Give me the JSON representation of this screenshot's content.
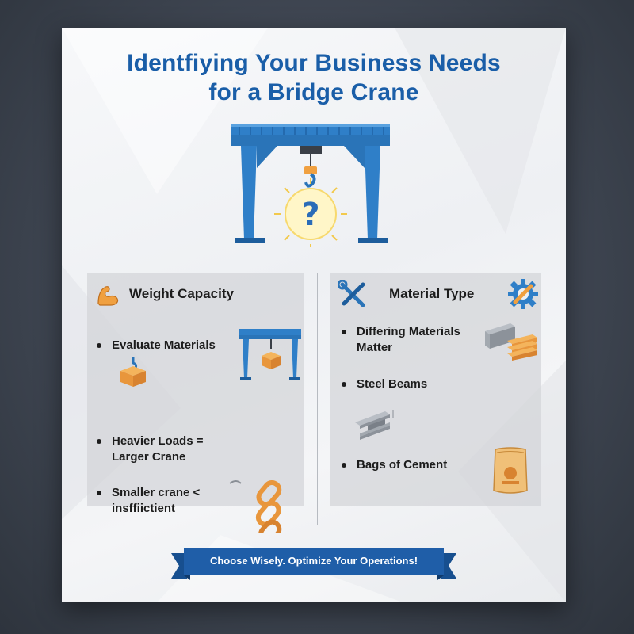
{
  "title": {
    "line1": "Identfiying Your Business Needs",
    "line2": "for a Bridge Crane"
  },
  "hero": {
    "icon": "gantry-crane-with-question-mark-icon",
    "glyph": "?"
  },
  "left_panel": {
    "heading": "Weight Capacity",
    "heading_icon": "flexed-arm-icon",
    "bullets": [
      {
        "text": "Evaluate Materials"
      },
      {
        "text": "Heavier Loads = Larger Crane"
      },
      {
        "text": "Smaller crane < insffiictient"
      }
    ]
  },
  "right_panel": {
    "heading": "Material Type",
    "heading_icons": [
      "wrench-screwdriver-icon",
      "gear-wrench-icon"
    ],
    "bullets": [
      {
        "text": "Differing Materials Matter"
      },
      {
        "text": "Steel Beams"
      },
      {
        "text": "Bags of Cement"
      }
    ]
  },
  "banner": {
    "text": "Choose Wisely. Optimize Your Operations!"
  },
  "colors": {
    "title": "#1a5ea8",
    "crane_blue": "#2f7fc8",
    "banner_blue": "#1f5ea8",
    "accent_orange": "#f0a040"
  }
}
